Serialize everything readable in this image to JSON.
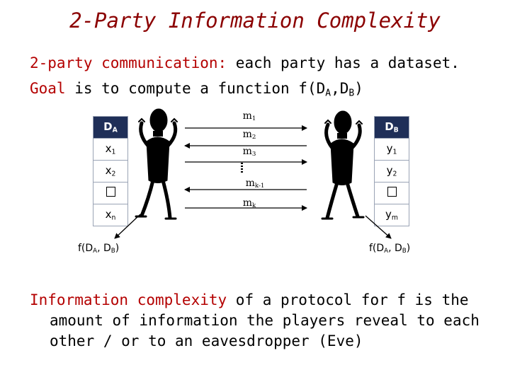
{
  "title": "2-Party Information Complexity",
  "intro": {
    "line1_highlight": "2-party communication:",
    "line1_rest": " each party has a dataset.",
    "line2_highlight": "Goal",
    "line2_rest": " is to compute a function  f(D",
    "line2_sub_a": "A",
    "line2_mid": ",D",
    "line2_sub_b": "B",
    "line2_end": ")"
  },
  "left_table": {
    "header": "D",
    "header_sub": "A",
    "rows": [
      {
        "main": "x",
        "sub": "1"
      },
      {
        "main": "x",
        "sub": "2"
      },
      {
        "main": "",
        "sub": ""
      },
      {
        "main": "x",
        "sub": "n"
      }
    ]
  },
  "right_table": {
    "header": "D",
    "header_sub": "B",
    "rows": [
      {
        "main": "y",
        "sub": "1"
      },
      {
        "main": "y",
        "sub": "2"
      },
      {
        "main": "",
        "sub": ""
      },
      {
        "main": "y",
        "sub": "m"
      }
    ]
  },
  "messages": [
    {
      "main": "m",
      "sub": "1"
    },
    {
      "main": "m",
      "sub": "2"
    },
    {
      "main": "m",
      "sub": "3"
    },
    {
      "main": "m",
      "sub": "k-1"
    },
    {
      "main": "m",
      "sub": "k"
    }
  ],
  "left_output": {
    "pre": "f(D",
    "sa": "A",
    "mid": ", D",
    "sb": "B",
    "end": ")"
  },
  "right_output": {
    "pre": "f(D",
    "sa": "A",
    "mid": ", D",
    "sb": "B",
    "end": ")"
  },
  "ic": {
    "highlight": "Information complexity",
    "rest1": " of a protocol for f is the",
    "line2": "amount of information the players reveal to each",
    "line3": "other / or to an eavesdropper (Eve)"
  },
  "colors": {
    "title": "#8b0000",
    "highlight": "#b40000",
    "table_header_bg": "#1f2f58",
    "table_border": "#9aa3b5"
  }
}
